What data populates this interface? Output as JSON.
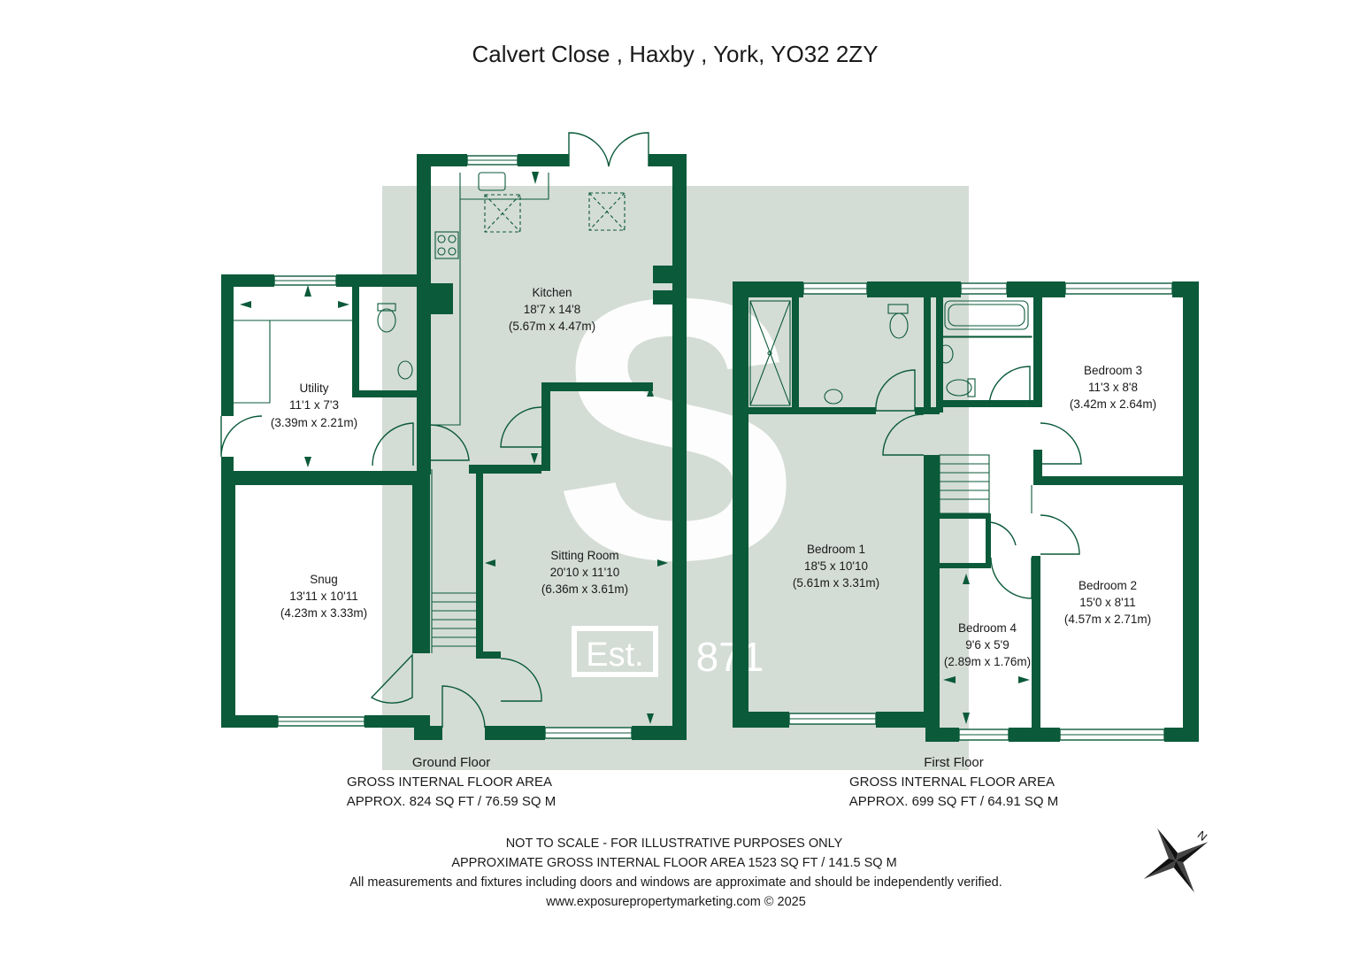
{
  "title": "Calvert Close , Haxby , York, YO32 2ZY",
  "colors": {
    "wall": "#0b5a3a",
    "watermark_bg": "#d4dcd6",
    "text": "#1a1a1a"
  },
  "watermark": {
    "logo_letter": "S",
    "est_label": "Est.",
    "year": "871"
  },
  "ground_floor": {
    "rooms": {
      "kitchen": {
        "name": "Kitchen",
        "dims_imperial": "18'7 x 14'8",
        "dims_metric": "(5.67m x 4.47m)"
      },
      "utility": {
        "name": "Utility",
        "dims_imperial": "11'1 x 7'3",
        "dims_metric": "(3.39m x 2.21m)"
      },
      "sitting": {
        "name": "Sitting Room",
        "dims_imperial": "20'10 x 11'10",
        "dims_metric": "(6.36m x 3.61m)"
      },
      "snug": {
        "name": "Snug",
        "dims_imperial": "13'11 x 10'11",
        "dims_metric": "(4.23m x 3.33m)"
      }
    },
    "label": "Ground Floor",
    "area_heading": "GROSS INTERNAL FLOOR AREA",
    "area_value": "APPROX. 824 SQ FT / 76.59 SQ M"
  },
  "first_floor": {
    "rooms": {
      "bedroom1": {
        "name": "Bedroom 1",
        "dims_imperial": "18'5 x 10'10",
        "dims_metric": "(5.61m x 3.31m)"
      },
      "bedroom2": {
        "name": "Bedroom 2",
        "dims_imperial": "15'0 x 8'11",
        "dims_metric": "(4.57m x 2.71m)"
      },
      "bedroom3": {
        "name": "Bedroom 3",
        "dims_imperial": "11'3 x 8'8",
        "dims_metric": "(3.42m x 2.64m)"
      },
      "bedroom4": {
        "name": "Bedroom 4",
        "dims_imperial": "9'6 x 5'9",
        "dims_metric": "(2.89m x 1.76m)"
      }
    },
    "label": "First Floor",
    "area_heading": "GROSS INTERNAL FLOOR AREA",
    "area_value": "APPROX. 699 SQ FT / 64.91 SQ M"
  },
  "footer": {
    "line1": "NOT TO SCALE - FOR ILLUSTRATIVE PURPOSES ONLY",
    "line2": "APPROXIMATE GROSS INTERNAL FLOOR AREA 1523 SQ FT / 141.5 SQ M",
    "line3": "All measurements and fixtures including doors and windows are approximate and should be independently verified.",
    "line4": "www.exposurepropertymarketing.com © 2025"
  },
  "compass": {
    "icon": "compass-icon",
    "north_label": "N"
  }
}
